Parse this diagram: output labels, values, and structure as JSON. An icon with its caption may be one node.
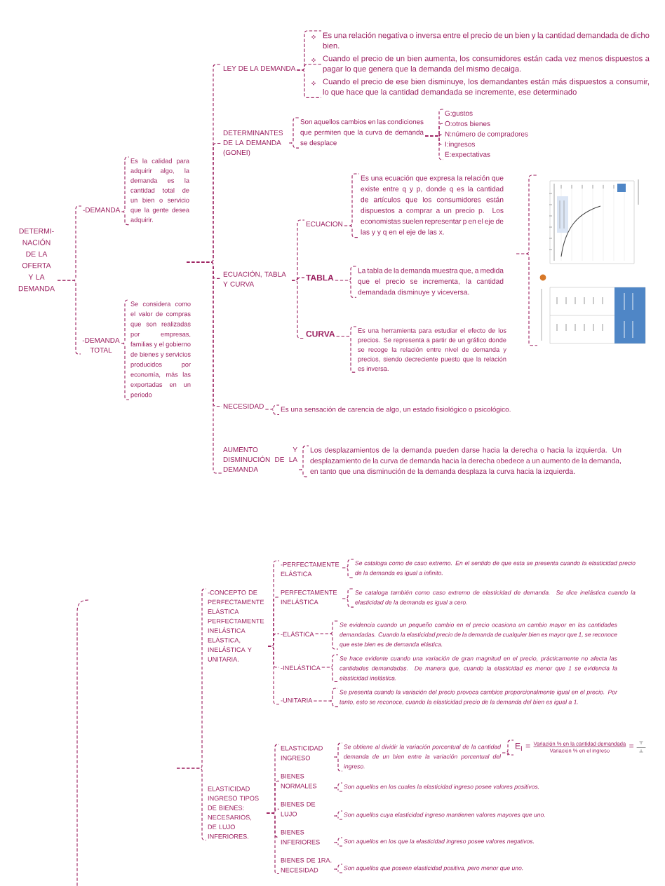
{
  "diagram": {
    "nodes": [
      {
        "text": [
          "DETERMI- NACIÓN DE LA OFERTA Y LA DEMANDA"
        ]
      },
      {
        "text": [
          "-DEMANDA"
        ]
      },
      {
        "text": [
          "Es la calidad para adquirir algo, la demanda es la cantidad total de un bien o servicio que la gente desea adquirir."
        ]
      },
      {
        "text": [
          "-DEMANDA TOTAL"
        ]
      },
      {
        "text": [
          "Se considera como el valor de compras que son realizadas por empresas, familias y el gobierno de bienes y servicios producidos por economía, más las exportadas en un periodo"
        ]
      },
      {
        "text": [
          "LEY DE LA DEMANDA"
        ]
      },
      {
        "text": [
          "Es una relación negativa o inversa entre el precio de un bien y la cantidad demandada de dicho bien."
        ]
      },
      {
        "text": [
          "Cuando el precio de un bien aumenta, los consumidores están cada vez menos dispuestos a pagar lo que genera que la demanda del mismo decaiga."
        ]
      },
      {
        "text": [
          "Cuando el precio de ese bien disminuye, los demandantes están más dispuestos a consumir, lo que hace que la cantidad demandada se incremente, ese determinado"
        ]
      },
      {
        "text": [
          "DETERMINANTES DE LA DEMANDA (GONEI)"
        ]
      },
      {
        "text": [
          "Son aquellos cambios en las condiciones que permiten que la curva de demanda se desplace"
        ]
      },
      {
        "text": [
          "G:gustos"
        ]
      },
      {
        "text": [
          "O:otros bienes"
        ]
      },
      {
        "text": [
          "N:número de compradores"
        ]
      },
      {
        "text": [
          "I:ingresos"
        ]
      },
      {
        "text": [
          "E:expectativas"
        ]
      },
      {
        "text": [
          "ECUACIÓN, TABLA Y CURVA"
        ]
      },
      {
        "text": [
          "ECUACION"
        ]
      },
      {
        "text": [
          "Es una ecuación que expresa la relación que existe entre q y p, donde q es la cantidad de artículos que los consumidores están dispuestos a comprar a un precio p. Los economistas suelen representar p en el eje de las y y q en el eje de las x."
        ]
      },
      {
        "text": [
          "TABLA"
        ]
      },
      {
        "text": [
          "La tabla de la demanda muestra que, a medida que el precio se incrementa, la cantidad demandada disminuye y viceversa."
        ]
      },
      {
        "text": [
          "CURVA"
        ]
      },
      {
        "text": [
          "Es una herramienta para estudiar el efecto de los precios. Se representa a partir de un gráfico donde se recoge la relación entre nivel de demanda y precios, siendo decreciente puesto que la relación es inversa."
        ]
      },
      {
        "text": [],
        "shape": "picture"
      },
      {
        "text": [
          "NECESIDAD"
        ]
      },
      {
        "text": [
          "Es una sensación de carencia de algo, un estado fisiológico o psicológico."
        ]
      },
      {
        "text": [
          "AUMENTO Y DISMINUCIÓN DE LA DEMANDA"
        ]
      },
      {
        "text": [
          "Los desplazamientos de la demanda pueden darse hacia la derecha o hacia la izquierda. Un desplazamiento de la curva de demanda hacia la derecha obedece a un aumento de la demanda, en tanto que una disminución de la demanda desplaza la curva hacia la izquierda."
        ]
      },
      {
        "text": [
          "-CONCEPTO DE PERFECTAMENTE ELÁSTICA PERFECTAMENTE INELÁSTICA ELÁSTICA, INELÁSTICA Y UNITARIA."
        ]
      },
      {
        "text": [
          "-PERFECTAMENTE ELÁSTICA"
        ]
      },
      {
        "text": [
          "PERFECTAMENTE INELÁSTICA"
        ]
      },
      {
        "text": [
          "-ELÁSTICA"
        ]
      },
      {
        "text": [
          "-INELÁSTICA"
        ]
      },
      {
        "text": [
          "-UNITARIA"
        ]
      },
      {
        "text": [
          "Se cataloga como de caso extremo. En el sentido de que esta se presenta cuando la elasticidad precio de la demanda es igual a infinito."
        ]
      },
      {
        "text": [
          "Se cataloga también como caso extremo de elasticidad de demanda. Se dice inelástica cuando la elasticidad de la demanda es igual a cero."
        ]
      },
      {
        "text": [
          "Se evidencia cuando un pequeño cambio en el precio ocasiona un cambio mayor en las cantidades demandadas. Cuando la elasticidad precio de la demanda de cualquier bien es mayor que 1, se reconoce que este bien es de demanda elástica."
        ]
      },
      {
        "text": [
          "Se hace evidente cuando una variación de gran magnitud en el precio, prácticamente no afecta las cantidades demandadas. De manera que, cuando la elasticidad es menor que 1 se evidencia la elasticidad inelástica."
        ]
      },
      {
        "text": [
          "Se presenta cuando la variación del precio provoca cambios proporcionalmente igual en el precio. Por tanto, esto se reconoce, cuando la elasticidad precio de la demanda del bien es igual a 1."
        ]
      },
      {
        "text": [
          "ELASTICIDAD INGRESO TIPOS DE BIENES: NECESARIOS, DE LUJO INFERIORES."
        ]
      },
      {
        "text": [
          "ELASTICIDAD INGRESO"
        ]
      },
      {
        "text": [
          "BIENES NORMALES"
        ]
      },
      {
        "text": [
          "BIENES DE LUJO"
        ]
      },
      {
        "text": [
          "BIENES INFERIORES"
        ]
      },
      {
        "text": [
          "BIENES DE 1RA. NECESIDAD"
        ]
      },
      {
        "text": [
          "Se obtiene al dividir la variación porcentual de la cantidad demanda de un bien entre la variación porcentual del ingreso."
        ]
      },
      {
        "text": [
          "E$_{I}$ =",
          "Variación % en la cantidad demandada",
          "Variación % en el ingreso",
          "="
        ]
      },
      {
        "text": [
          "Son aquellos en los cuales la elasticidad ingreso posee valores positivos."
        ]
      },
      {
        "text": [
          "Son aquellos cuya elasticidad ingreso mantienen valores mayores que uno."
        ]
      },
      {
        "text": [
          "Son aquellos en los que la elasticidad ingreso posee valores negativos."
        ]
      },
      {
        "text": [
          "Son aquellos que poseen elasticidad positiva, pero menor que uno."
        ]
      }
    ],
    "edges": [
      {
        "from": 0,
        "to": 1,
        "arrow": "none",
        "style": "dashed"
      },
      {
        "from": 0,
        "to": 3,
        "arrow": "none",
        "style": "dashed"
      },
      {
        "from": 1,
        "to": 2,
        "arrow": "none",
        "style": "dashed"
      },
      {
        "from": 3,
        "to": 4,
        "arrow": "none",
        "style": "dashed"
      },
      {
        "from": null,
        "to": 5,
        "arrow": "none",
        "style": "dashed"
      },
      {
        "from": null,
        "to": 9,
        "arrow": "none",
        "style": "dashed"
      },
      {
        "from": null,
        "to": 16,
        "arrow": "none",
        "style": "dashed"
      },
      {
        "from": null,
        "to": 24,
        "arrow": "none",
        "style": "dashed"
      },
      {
        "from": null,
        "to": 26,
        "arrow": "none",
        "style": "dashed"
      },
      {
        "from": 5,
        "to": 6,
        "arrow": "none",
        "style": "dashed"
      },
      {
        "from": 5,
        "to": 7,
        "arrow": "none",
        "style": "dashed"
      },
      {
        "from": 5,
        "to": 8,
        "arrow": "none",
        "style": "dashed"
      },
      {
        "from": 9,
        "to": 10,
        "arrow": "none",
        "style": "dashed"
      },
      {
        "from": 10,
        "to": 11,
        "arrow": "none",
        "style": "dashed"
      },
      {
        "from": 10,
        "to": 12,
        "arrow": "none",
        "style": "dashed"
      },
      {
        "from": 10,
        "to": 13,
        "arrow": "none",
        "style": "dashed"
      },
      {
        "from": 10,
        "to": 14,
        "arrow": "none",
        "style": "dashed"
      },
      {
        "from": 10,
        "to": 15,
        "arrow": "none",
        "style": "dashed"
      },
      {
        "from": 16,
        "to": 17,
        "arrow": "none",
        "style": "dashed"
      },
      {
        "from": 16,
        "to": 19,
        "arrow": "none",
        "style": "dashed"
      },
      {
        "from": 16,
        "to": 21,
        "arrow": "none",
        "style": "dashed"
      },
      {
        "from": 17,
        "to": 18,
        "arrow": "none",
        "style": "dashed"
      },
      {
        "from": 19,
        "to": 20,
        "arrow": "none",
        "style": "dashed"
      },
      {
        "from": 21,
        "to": 22,
        "arrow": "none",
        "style": "dashed"
      },
      {
        "from": null,
        "to": 23,
        "arrow": "none",
        "style": "dashed"
      },
      {
        "from": 24,
        "to": 25,
        "arrow": "none",
        "style": "dashed"
      },
      {
        "from": 26,
        "to": 27,
        "arrow": "none",
        "style": "dashed"
      },
      {
        "from": null,
        "to": 28,
        "arrow": "none",
        "style": "dashed"
      },
      {
        "from": null,
        "to": 39,
        "arrow": "none",
        "style": "dashed"
      },
      {
        "from": 28,
        "to": 29,
        "arrow": "none",
        "style": "dashed"
      },
      {
        "from": 28,
        "to": 30,
        "arrow": "none",
        "style": "dashed"
      },
      {
        "from": 28,
        "to": 31,
        "arrow": "none",
        "style": "dashed"
      },
      {
        "from": 28,
        "to": 32,
        "arrow": "none",
        "style": "dashed"
      },
      {
        "from": 28,
        "to": 33,
        "arrow": "none",
        "style": "dashed"
      },
      {
        "from": 29,
        "to": 34,
        "arrow": "none",
        "style": "dashed"
      },
      {
        "from": 30,
        "to": 35,
        "arrow": "none",
        "style": "dashed"
      },
      {
        "from": 31,
        "to": 36,
        "arrow": "none",
        "style": "dashed"
      },
      {
        "from": 32,
        "to": 37,
        "arrow": "none",
        "style": "dashed"
      },
      {
        "from": 33,
        "to": 38,
        "arrow": "none",
        "style": "dashed"
      },
      {
        "from": 39,
        "to": 40,
        "arrow": "none",
        "style": "dashed"
      },
      {
        "from": 39,
        "to": 41,
        "arrow": "none",
        "style": "dashed"
      },
      {
        "from": 39,
        "to": 42,
        "arrow": "none",
        "style": "dashed"
      },
      {
        "from": 39,
        "to": 43,
        "arrow": "none",
        "style": "dashed"
      },
      {
        "from": 39,
        "to": 44,
        "arrow": "none",
        "style": "dashed"
      },
      {
        "from": 40,
        "to": 45,
        "arrow": "none",
        "style": "dashed"
      },
      {
        "from": 45,
        "to": 46,
        "arrow": "none",
        "style": "dashed"
      },
      {
        "from": 41,
        "to": 47,
        "arrow": "none",
        "style": "dashed"
      },
      {
        "from": 42,
        "to": 48,
        "arrow": "none",
        "style": "dashed"
      },
      {
        "from": 43,
        "to": 49,
        "arrow": "none",
        "style": "dashed"
      },
      {
        "from": 44,
        "to": 50,
        "arrow": "none",
        "style": "dashed"
      }
    ]
  }
}
